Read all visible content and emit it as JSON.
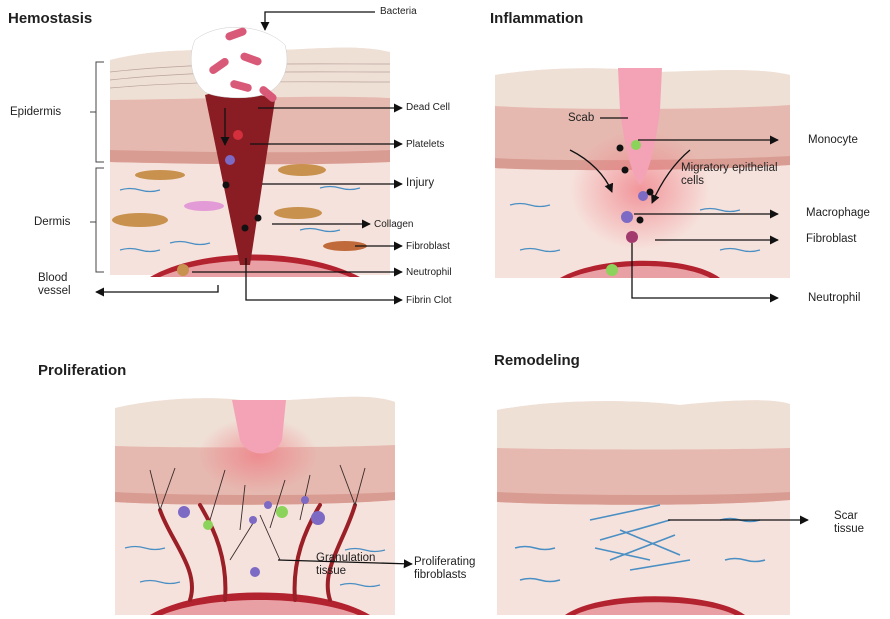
{
  "panels": {
    "hemostasis": {
      "title": "Hemostasis",
      "layers": {
        "epidermis": "Epidermis",
        "dermis": "Dermis",
        "blood_vessel": "Blood vessel"
      },
      "labels": {
        "bacteria": "Bacteria",
        "dead_cell": "Dead Cell",
        "platelets": "Platelets",
        "injury": "Injury",
        "collagen": "Collagen",
        "fibroblast": "Fibroblast",
        "neutrophil": "Neutrophil",
        "fibrin_clot": "Fibrin Clot"
      }
    },
    "inflammation": {
      "title": "Inflammation",
      "labels": {
        "scab": "Scab",
        "monocyte": "Monocyte",
        "migratory": "Migratory epithelial cells",
        "macrophage": "Macrophage",
        "fibroblast": "Fibroblast",
        "neutrophil": "Neutrophil"
      }
    },
    "proliferation": {
      "title": "Proliferation",
      "labels": {
        "granulation": "Granulation tissue",
        "proliferating": "Proliferating fibroblasts"
      }
    },
    "remodeling": {
      "title": "Remodeling",
      "labels": {
        "scar": "Scar tissue"
      }
    }
  },
  "colors": {
    "skin_top": "#efe0d6",
    "epidermis": "#e6b9b0",
    "dermis": "#f6e2dc",
    "vessel": "#b3222f",
    "clot": "#8a1d24",
    "scab": "#f3a3b5",
    "collagen": "#4a8fc4",
    "fibroblast": "#c8914d",
    "monocyte": "#8bd35a",
    "macrophage": "#7c6ac4"
  }
}
